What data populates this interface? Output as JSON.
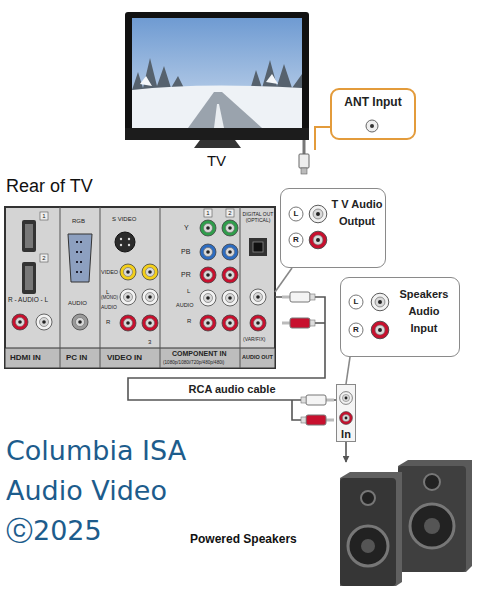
{
  "diagram": {
    "nodes": [
      {
        "text": [
          "TV"
        ]
      },
      {
        "text": [
          "ANT Input"
        ]
      },
      {
        "text": [
          "Rear of TV"
        ]
      },
      {
        "text": [
          "T V Audio Output"
        ]
      },
      {
        "text": [
          "Speakers Audio Input"
        ]
      },
      {
        "text": [
          "In"
        ]
      },
      {
        "text": [
          "Powered Speakers"
        ]
      }
    ],
    "edges": [
      {
        "from": 1,
        "to": 0,
        "arrow": "none"
      },
      {
        "from": 3,
        "to": 2,
        "arrow": "none"
      },
      {
        "from": 2,
        "to": 5,
        "label": "RCA audio cable",
        "arrow": "none"
      },
      {
        "from": 4,
        "to": 5,
        "arrow": "none"
      },
      {
        "from": 5,
        "to": 6,
        "arrow": "to"
      }
    ],
    "labels": [
      "1",
      "2",
      "R - AUDIO - L",
      "HDMI IN",
      "RGB",
      "AUDIO",
      "PC IN",
      "S VIDEO",
      "VIDEO",
      "L",
      "(MONO)",
      "AUDIO",
      "R",
      "3",
      "VIDEO IN",
      "Y",
      "PB",
      "PR",
      "L",
      "AUDIO",
      "R",
      "COMPONENT IN",
      "(1080p/1080i/720p/480p/480i)",
      "1",
      "2",
      "DIGITAL OUT (OPTICAL)",
      "(VAR/FIX)",
      "AUDIO OUT",
      "L",
      "R",
      "L",
      "R",
      "Columbia ISA",
      "Audio Video",
      "ⓒ2025"
    ]
  }
}
